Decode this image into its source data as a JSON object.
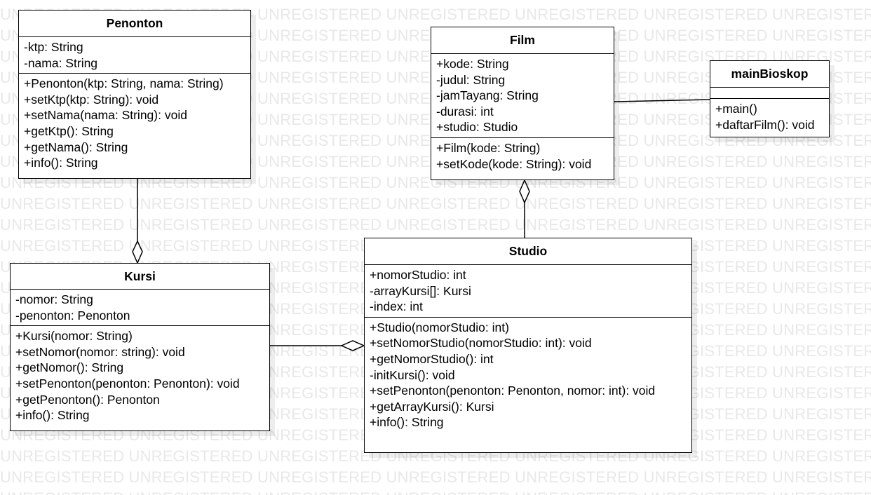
{
  "watermark": {
    "text": "UNREGISTERED"
  },
  "classes": {
    "penonton": {
      "name": "Penonton",
      "attributes": [
        "-ktp: String",
        "-nama: String"
      ],
      "methods": [
        "+Penonton(ktp: String, nama: String)",
        "+setKtp(ktp: String): void",
        "+setNama(nama: String): void",
        "+getKtp(): String",
        "+getNama(): String",
        "+info(): String"
      ]
    },
    "film": {
      "name": "Film",
      "attributes": [
        "+kode: String",
        "-judul: String",
        "-jamTayang: String",
        "-durasi: int",
        "+studio: Studio"
      ],
      "methods": [
        "+Film(kode: String)",
        "+setKode(kode: String): void"
      ]
    },
    "main_bioskop": {
      "name": "mainBioskop",
      "attributes": [],
      "methods": [
        "+main()",
        "+daftarFilm(): void"
      ]
    },
    "kursi": {
      "name": "Kursi",
      "attributes": [
        "-nomor: String",
        "-penonton: Penonton"
      ],
      "methods": [
        "+Kursi(nomor: String)",
        "+setNomor(nomor: string): void",
        "+getNomor(): String",
        "+setPenonton(penonton: Penonton): void",
        "+getPenonton(): Penonton",
        "+info(): String"
      ]
    },
    "studio": {
      "name": "Studio",
      "attributes": [
        "+nomorStudio: int",
        "-arrayKursi[]: Kursi",
        "-index: int"
      ],
      "methods": [
        "+Studio(nomorStudio: int)",
        "+setNomorStudio(nomorStudio: int): void",
        "+getNomorStudio(): int",
        "-initKursi(): void",
        "+setPenonton(penonton: Penonton, nomor: int): void",
        "+getArrayKursi(): Kursi",
        "+info(): String"
      ]
    }
  },
  "relations": [
    {
      "type": "aggregation",
      "whole": "Kursi",
      "part": "Penonton"
    },
    {
      "type": "aggregation",
      "whole": "Film",
      "part": "Studio"
    },
    {
      "type": "aggregation",
      "whole": "Studio",
      "part": "Kursi"
    },
    {
      "type": "association",
      "from": "Film",
      "to": "mainBioskop"
    }
  ]
}
